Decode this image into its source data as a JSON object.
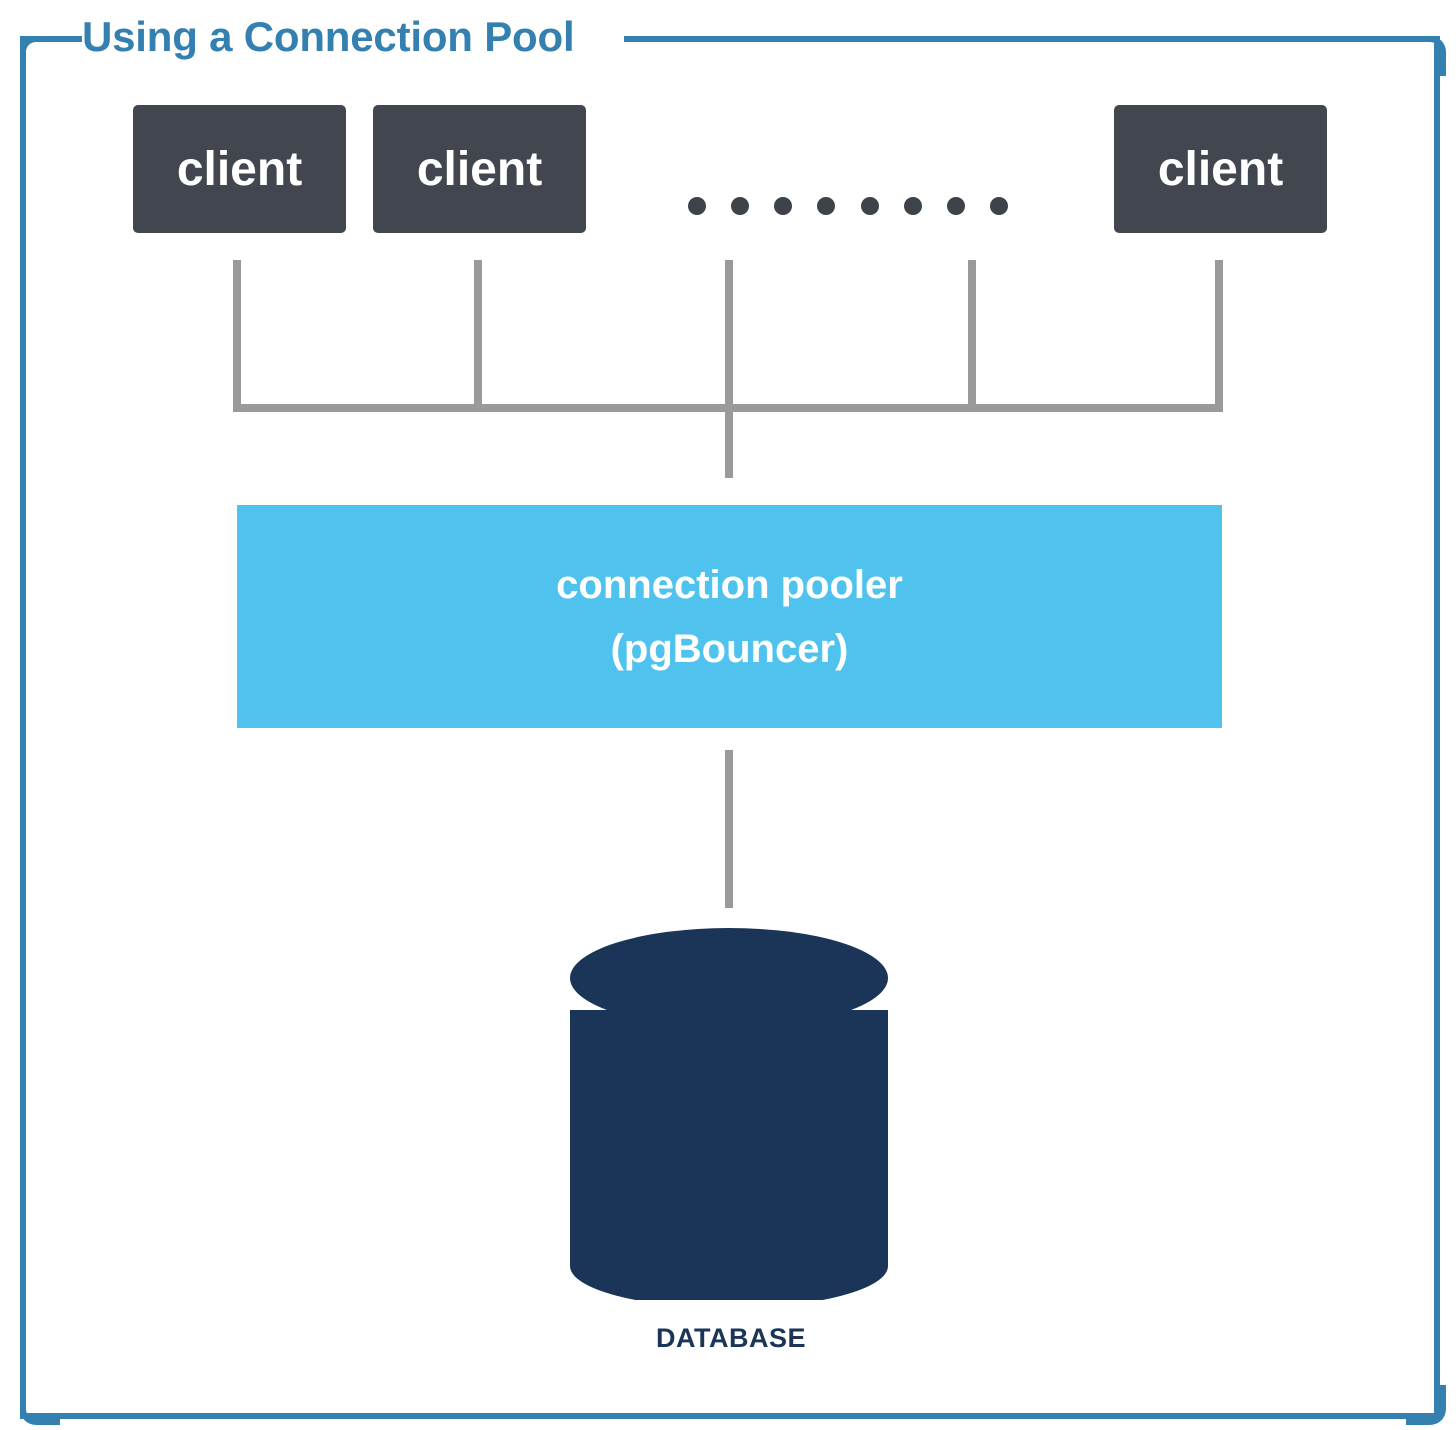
{
  "frame": {
    "title": "Using a Connection Pool",
    "border_color": "#3480B0"
  },
  "clients": [
    {
      "label": "client"
    },
    {
      "label": "client"
    },
    {
      "label": "client"
    }
  ],
  "ellipsis": {
    "dot_count": 8,
    "dot_color": "#3E4249",
    "meaning": "more clients"
  },
  "connections": {
    "line_color": "#9A9A9A",
    "description": "client connections join a shared bus into the pooler"
  },
  "pooler": {
    "line1": "connection pooler",
    "line2": "(pgBouncer)",
    "color": "#4FC3ED",
    "text_color": "#FFFFFF"
  },
  "database": {
    "label": "DATABASE",
    "color": "#1A3557"
  },
  "colors": {
    "client_box": "#42464E",
    "frame": "#3480B0",
    "pooler": "#4FC3ED",
    "database": "#1A3557",
    "connector": "#9A9A9A",
    "background": "#FFFFFF"
  }
}
